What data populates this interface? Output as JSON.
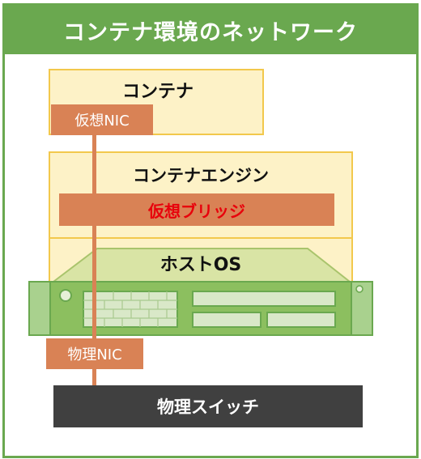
{
  "title": "コンテナ環境のネットワーク",
  "container": {
    "label": "コンテナ",
    "nic": "仮想NIC"
  },
  "engine": {
    "label": "コンテナエンジン",
    "bridge": "仮想ブリッジ"
  },
  "host": {
    "label": "ホストOS",
    "nic": "物理NIC"
  },
  "switch": {
    "label": "物理スイッチ"
  },
  "colors": {
    "frame": "#6aa84f",
    "yellow_fill": "#fdf2c7",
    "yellow_border": "#f2c84c",
    "orange": "#d98255",
    "bridge_text": "#e8000b",
    "server": "#8cbf5f",
    "switch": "#404040"
  }
}
